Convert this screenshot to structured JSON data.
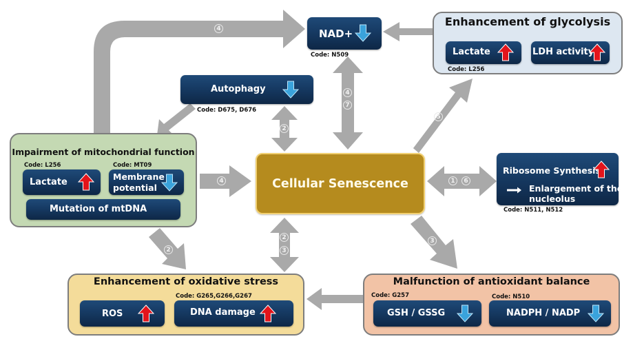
{
  "center": {
    "label": "Cellular Senescence"
  },
  "nad": {
    "label": "NAD+",
    "code": "Code: N509",
    "trend": "down"
  },
  "autophagy": {
    "label": "Autophagy",
    "code": "Code: D675, D676",
    "trend": "down"
  },
  "glycolysis": {
    "title": "Enhancement of glycolysis",
    "code": "Code: L256",
    "items": [
      {
        "label": "Lactate",
        "trend": "up"
      },
      {
        "label": "LDH activity",
        "trend": "up"
      }
    ]
  },
  "mitochondria": {
    "title": "Impairment of mitochondrial function",
    "items": [
      {
        "label": "Lactate",
        "code": "Code: L256",
        "trend": "up"
      },
      {
        "label": "Membrane potential",
        "line1": "Membrane",
        "line2": "potential",
        "code": "Code: MT09",
        "trend": "down"
      },
      {
        "label": "Mutation of mtDNA"
      }
    ]
  },
  "ribosome": {
    "label": "Ribosome Synthesis",
    "trend": "up",
    "result_line1": "Enlargement of the",
    "result_line2": "nucleolus",
    "code": "Code: N511, N512"
  },
  "oxidative": {
    "title": "Enhancement of oxidative stress",
    "code": "Code: G265,G266,G267",
    "items": [
      {
        "label": "ROS",
        "trend": "up"
      },
      {
        "label": "DNA damage",
        "trend": "up"
      }
    ]
  },
  "antioxidant": {
    "title": "Malfunction of antioxidant balance",
    "items": [
      {
        "label": "GSH / GSSG",
        "code": "Code: G257",
        "trend": "down"
      },
      {
        "label": "NADPH / NADP",
        "code": "Code: N510",
        "trend": "down"
      }
    ]
  },
  "arrow_labels": {
    "mito_to_nad": "4",
    "autophagy_center": "2",
    "nad_center_a": "4",
    "nad_center_b": "7",
    "center_to_glycolysis": "5",
    "mito_to_center": "4",
    "center_ribosome_a": "1",
    "center_ribosome_b": "6",
    "mito_to_oxidative": "2",
    "center_oxidative_a": "2",
    "center_oxidative_b": "3",
    "center_to_antioxidant": "3"
  },
  "colors": {
    "node_bg": "#163a63",
    "up_arrow": "#e3141b",
    "down_arrow": "#3aa3dc",
    "center_bg": "#b58b1e",
    "arrow_gray": "#a9a9a9",
    "glycolysis_bg": "#dde7f1",
    "mito_bg": "#c4d9b3",
    "oxidative_bg": "#f4dc9a",
    "antioxidant_bg": "#f2c3a6"
  }
}
